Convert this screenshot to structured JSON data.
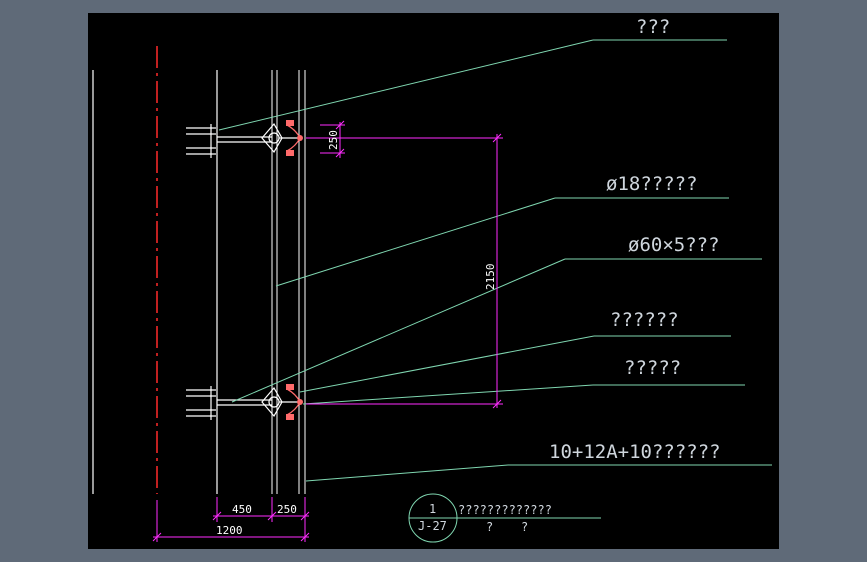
{
  "drawing": {
    "colors": {
      "background": "#000000",
      "outer": "#5f6a78",
      "structure": "#ffffff",
      "leader": "#7fd6b0",
      "dimension": "#ff2dff",
      "centerline": "#ff2a2a",
      "fitting": "#ff6a6a",
      "text": "#cfd6dd"
    },
    "labels": {
      "top": "???",
      "rod": "ø18?????",
      "tube": "ø60×5???",
      "spider": "??????",
      "fitting": "?????",
      "glass": "10+12A+10??????"
    },
    "dimensions": {
      "d250_top": "250",
      "d2150": "2150",
      "d450": "450",
      "d250_bottom": "250",
      "d1200": "1200"
    },
    "detail_tag": {
      "number": "1",
      "sheet": "J-27",
      "title": "?????????????",
      "note_a": "?",
      "note_b": "?"
    }
  }
}
